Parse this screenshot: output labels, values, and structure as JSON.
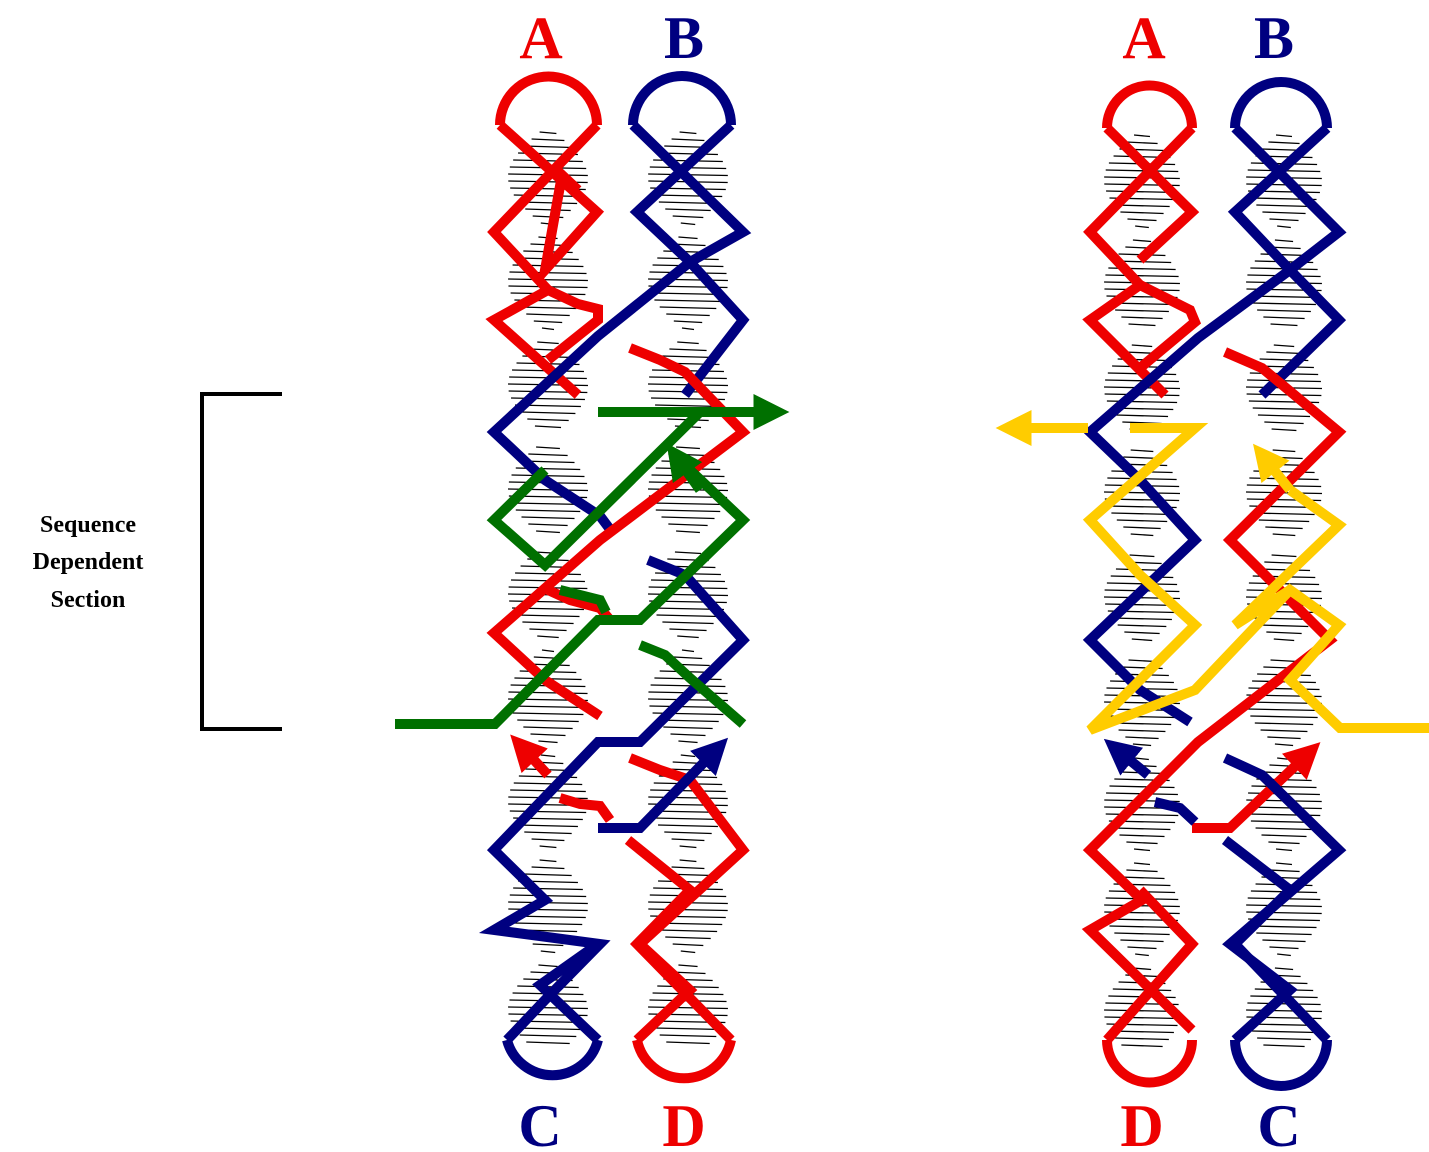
{
  "colors": {
    "red": "#ee0000",
    "navy": "#000080",
    "green": "#007000",
    "yellow": "#ffcc00",
    "black": "#000000"
  },
  "section_label": [
    "Sequence",
    "Dependent",
    "Section"
  ],
  "left_diagram": {
    "top_labels": [
      {
        "text": "A",
        "color": "red"
      },
      {
        "text": "B",
        "color": "navy"
      }
    ],
    "bottom_labels": [
      {
        "text": "C",
        "color": "navy"
      },
      {
        "text": "D",
        "color": "red"
      }
    ],
    "probe_color": "green"
  },
  "right_diagram": {
    "top_labels": [
      {
        "text": "A",
        "color": "red"
      },
      {
        "text": "B",
        "color": "navy"
      }
    ],
    "bottom_labels": [
      {
        "text": "D",
        "color": "red"
      },
      {
        "text": "C",
        "color": "navy"
      }
    ],
    "probe_color": "yellow"
  }
}
